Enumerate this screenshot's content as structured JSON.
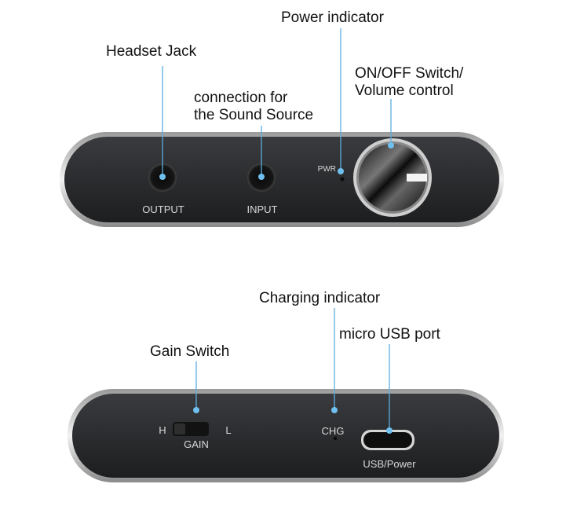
{
  "callouts": {
    "headset_jack": "Headset Jack",
    "connection_line1": "connection for",
    "connection_line2": "the Sound Source",
    "power_indicator": "Power indicator",
    "onoff_line1": "ON/OFF Switch/",
    "onoff_line2": "Volume control",
    "charging_indicator": "Charging indicator",
    "micro_usb": "micro USB port",
    "gain_switch": "Gain Switch"
  },
  "front_panel": {
    "output_label": "OUTPUT",
    "input_label": "INPUT",
    "pwr_label": "PWR"
  },
  "back_panel": {
    "gain_h": "H",
    "gain_l": "L",
    "gain_label": "GAIN",
    "chg_label": "CHG",
    "usb_label": "USB/Power"
  },
  "colors": {
    "callout_line": "#5aaee0",
    "device_body": "#2a2b2e",
    "device_rim": "#c8c8c8"
  }
}
